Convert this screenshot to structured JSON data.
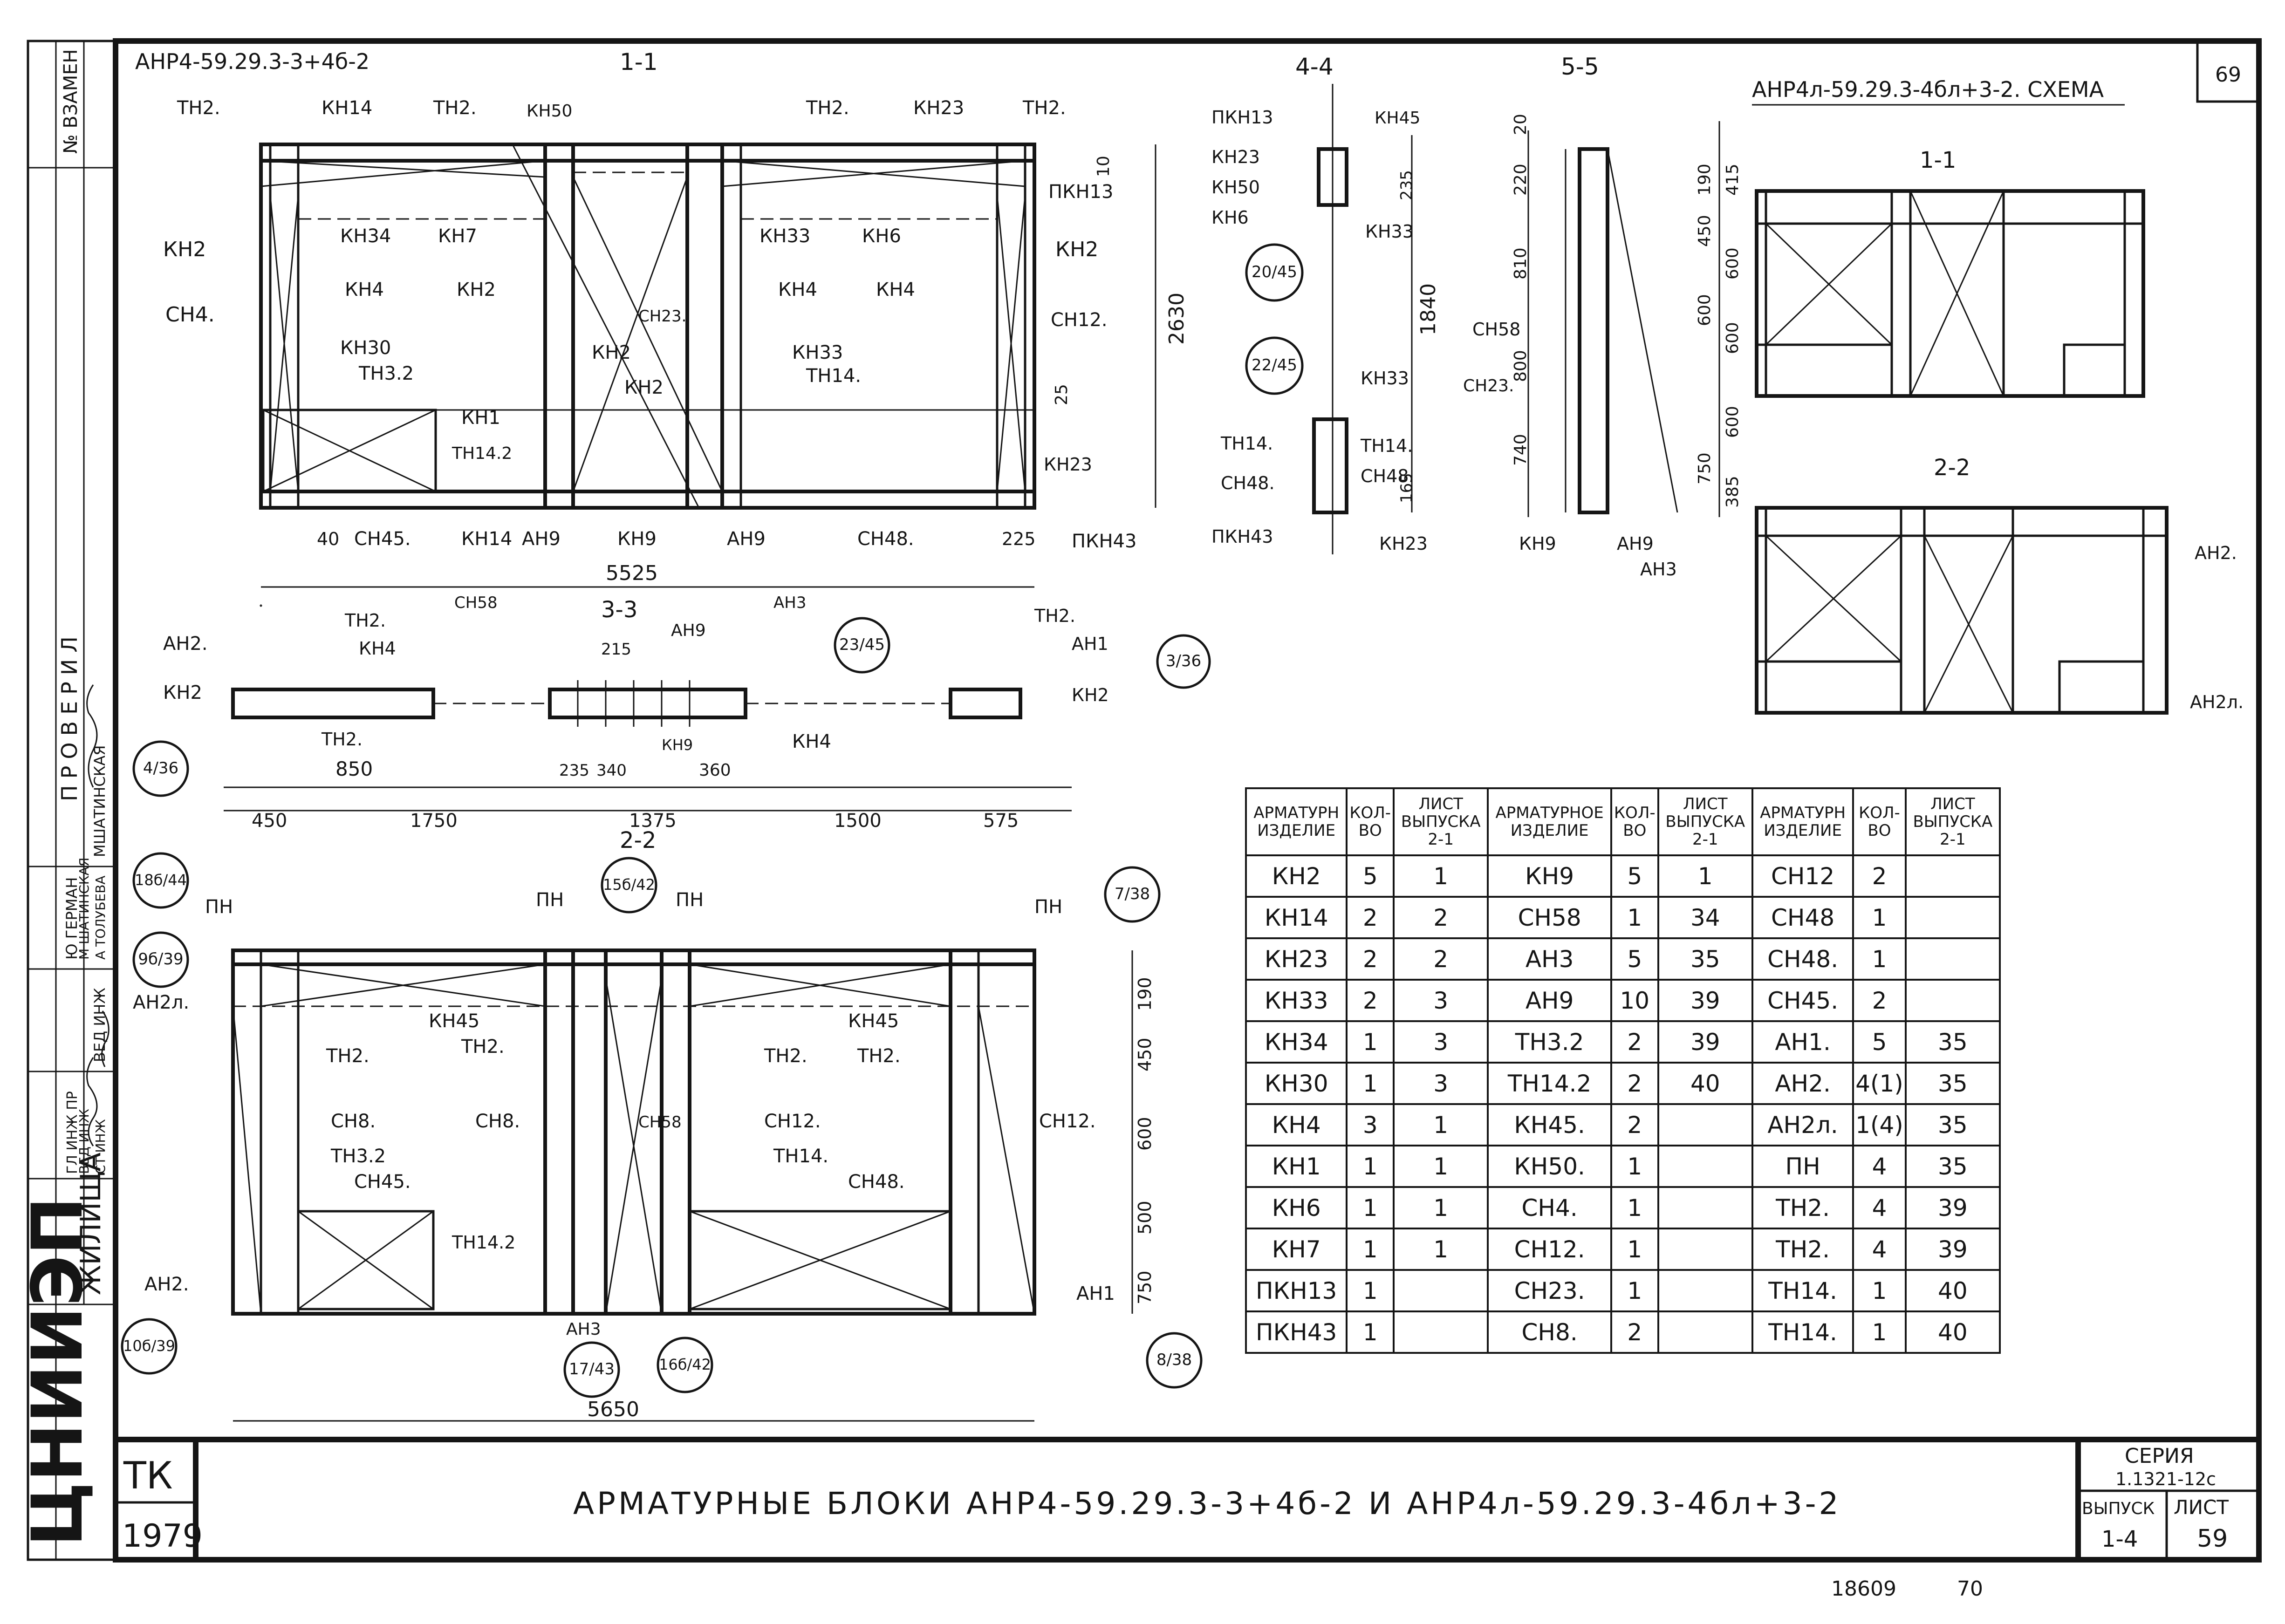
{
  "header": {
    "block_a_code": "АНР4-59.29.3-3+4б-2",
    "block_b_code": "АНР4л-59.29.3-4бл+3-2. СХЕМА",
    "page_number": "69"
  },
  "left_margin": {
    "replace_label": "№ ВЗАМЕН",
    "checked_label": "ПРОВЕРИЛ",
    "name_1": "МШАТИНСКАЯ",
    "name_2": "Ю ГЕРМАН",
    "name_3": "М ШАТИНСКАЯ",
    "name_4": "А ТОЛУБЕВА",
    "role_1": "ВЕД ИНЖ",
    "role_2": "ГЛ ИНЖ ПР",
    "role_3": "ВЕД ИНЖ",
    "role_4": "СТ ИНЖ",
    "org_short": "ЖИЛИЩА",
    "org_big": "ЦНИИЭП"
  },
  "views": {
    "section_1_1": "1-1",
    "section_2_2": "2-2",
    "section_3_3": "3-3",
    "section_4_4": "4-4",
    "section_5_5": "5-5",
    "schema_1_1": "1-1",
    "schema_2_2": "2-2"
  },
  "dims": {
    "w5525": "5525",
    "w5650": "5650",
    "h2630": "2630",
    "h1840": "1840",
    "d450": "450",
    "d1750": "1750",
    "d1375": "1375",
    "d1500": "1500",
    "d575": "575",
    "d850": "850",
    "d235": "235",
    "d340": "340",
    "d360": "360",
    "d215": "215",
    "d225": "225",
    "d40": "40",
    "d25": "25",
    "d10": "10",
    "d190": "190",
    "d600": "600",
    "d500": "500",
    "d750": "750",
    "d810": "810",
    "d800": "800",
    "d740": "740",
    "d220": "220",
    "d415": "415",
    "d385": "385",
    "d20": "20",
    "d165": "165"
  },
  "callouts": {
    "c1": "20/45",
    "c2": "22/45",
    "c3": "23/45",
    "c4": "3/36",
    "c5": "4/36",
    "c6": "18б/44",
    "c7": "9б/39",
    "c8": "15б/42",
    "c9": "7/38",
    "c10": "10б/39",
    "c11": "17/43",
    "c12": "16б/42",
    "c13": "8/38"
  },
  "marks": {
    "kn2": "КН2",
    "kn14": "КН14",
    "kn23": "КН23",
    "kn34": "КН34",
    "kn7": "КН7",
    "kn33": "КН33",
    "kn6": "КН6",
    "kn4": "КН4",
    "kn30": "КН30",
    "kn1": "КН1",
    "kn9": "КН9",
    "kn50": "КН50",
    "kn45": "КН45",
    "pkn13": "ПКН13",
    "pkn43": "ПКН43",
    "th2": "ТН2.",
    "th32": "ТН3.2",
    "th142": "ТН14.2",
    "th14": "ТН14.",
    "sn4": "СН4.",
    "sn12": "СН12.",
    "sn45": "СН45.",
    "sn48": "СН48.",
    "sn23": "СН23.",
    "sn58": "СН58",
    "sn8": "СН8.",
    "an9": "АН9",
    "an2": "АН2.",
    "an1": "АН1",
    "an3": "АН3",
    "an2l": "АН2л.",
    "pn": "ПН"
  },
  "table": {
    "headers": [
      "АРМАТУРН ИЗДЕЛИЕ",
      "КОЛ-ВО",
      "ЛИСТ ВЫПУСКА 2-1",
      "АРМАТУРНОЕ ИЗДЕЛИЕ",
      "КОЛ-ВО",
      "ЛИСТ ВЫПУСКА 2-1",
      "АРМАТУРН ИЗДЕЛИЕ",
      "КОЛ-ВО",
      "ЛИСТ ВЫПУСКА 2-1"
    ],
    "rows": [
      [
        "КН2",
        "5",
        "1",
        "КН9",
        "5",
        "1",
        "СН12",
        "2",
        ""
      ],
      [
        "КН14",
        "2",
        "2",
        "СН58",
        "1",
        "34",
        "СН48",
        "1",
        ""
      ],
      [
        "КН23",
        "2",
        "2",
        "АН3",
        "5",
        "35",
        "СН48.",
        "1",
        ""
      ],
      [
        "КН33",
        "2",
        "3",
        "АН9",
        "10",
        "39",
        "СН45.",
        "2",
        ""
      ],
      [
        "КН34",
        "1",
        "3",
        "ТН3.2",
        "2",
        "39",
        "АН1.",
        "5",
        "35"
      ],
      [
        "КН30",
        "1",
        "3",
        "ТН14.2",
        "2",
        "40",
        "АН2.",
        "4(1)",
        "35"
      ],
      [
        "КН4",
        "3",
        "1",
        "КН45.",
        "2",
        "",
        "АН2л.",
        "1(4)",
        "35"
      ],
      [
        "КН1",
        "1",
        "1",
        "КН50.",
        "1",
        "",
        "ПН",
        "4",
        "35"
      ],
      [
        "КН6",
        "1",
        "1",
        "СН4.",
        "1",
        "",
        "ТН2.",
        "4",
        "39"
      ],
      [
        "КН7",
        "1",
        "1",
        "СН12.",
        "1",
        "",
        "ТН2.",
        "4",
        "39"
      ],
      [
        "ПКН13",
        "1",
        "",
        "СН23.",
        "1",
        "",
        "ТН14.",
        "1",
        "40"
      ],
      [
        "ПКН43",
        "1",
        "",
        "СН8.",
        "2",
        "",
        "ТН14.",
        "1",
        "40"
      ]
    ]
  },
  "title_block": {
    "tk": "ТК",
    "year": "1979",
    "title": "АРМАТУРНЫЕ БЛОКИ АНР4-59.29.3-3+4б-2 И АНР4л-59.29.3-4бл+3-2",
    "series_label": "СЕРИЯ",
    "series_value": "1.1321-12с",
    "issue_label": "ВЫПУСК",
    "issue_value": "1-4",
    "sheet_label": "ЛИСТ",
    "sheet_value": "59"
  },
  "footer": {
    "number": "18609",
    "page": "70"
  }
}
